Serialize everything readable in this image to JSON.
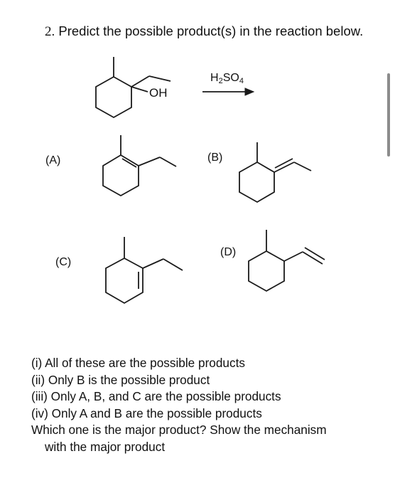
{
  "question": {
    "number": "2.",
    "text": "Predict the possible product(s) in the reaction below."
  },
  "reaction": {
    "reagent_main": "H",
    "reagent_sub1": "2",
    "reagent_mid": "SO",
    "reagent_sub2": "4",
    "hydroxyl_label": "OH"
  },
  "choices": [
    {
      "label": "(A)"
    },
    {
      "label": "(B)"
    },
    {
      "label": "(C)"
    },
    {
      "label": "(D)"
    }
  ],
  "options": [
    "(i) All of these are the possible products",
    "(ii) Only B is the possible product",
    "(iii) Only A, B, and C are the possible products",
    "(iv) Only A and B are the possible products"
  ],
  "prompt_line1": "Which one is the major product? Show the mechanism",
  "prompt_line2": "with the major product"
}
